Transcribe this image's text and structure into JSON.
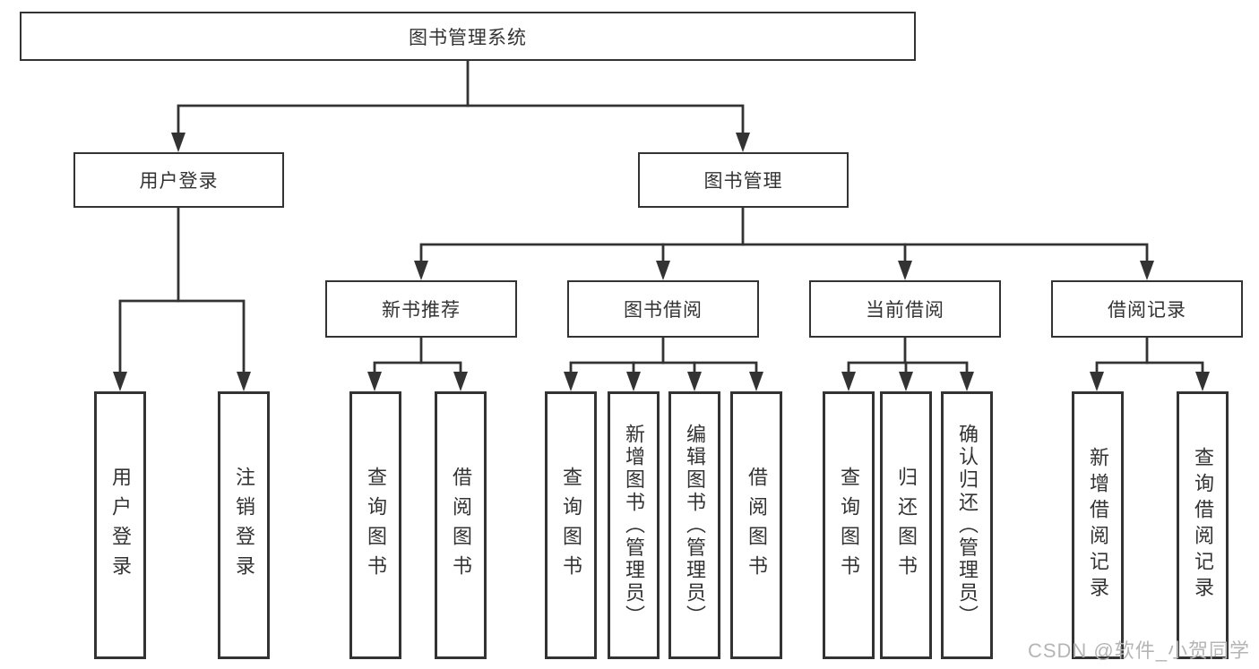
{
  "colors": {
    "line": "#333333",
    "text": "#333333",
    "box_background": "#ffffff",
    "watermark": "#b5b5b5"
  },
  "watermark": {
    "text": "CSDN @软件_小贺同学"
  },
  "tree": {
    "root": {
      "label": "图书管理系统"
    },
    "branches": [
      {
        "label": "用户登录",
        "leaves": [
          {
            "label": "用户登录"
          },
          {
            "label": "注销登录"
          }
        ]
      },
      {
        "label": "图书管理",
        "sections": [
          {
            "label": "新书推荐",
            "leaves": [
              {
                "label": "查询图书"
              },
              {
                "label": "借阅图书"
              }
            ]
          },
          {
            "label": "图书借阅",
            "leaves": [
              {
                "label": "查询图书"
              },
              {
                "label": "新增图书（管理员）"
              },
              {
                "label": "编辑图书（管理员）"
              },
              {
                "label": "借阅图书"
              }
            ]
          },
          {
            "label": "当前借阅",
            "leaves": [
              {
                "label": "查询图书"
              },
              {
                "label": "归还图书"
              },
              {
                "label": "确认归还（管理员）"
              }
            ]
          },
          {
            "label": "借阅记录",
            "leaves": [
              {
                "label": "新增借阅记录"
              },
              {
                "label": "查询借阅记录"
              }
            ]
          }
        ]
      }
    ]
  }
}
